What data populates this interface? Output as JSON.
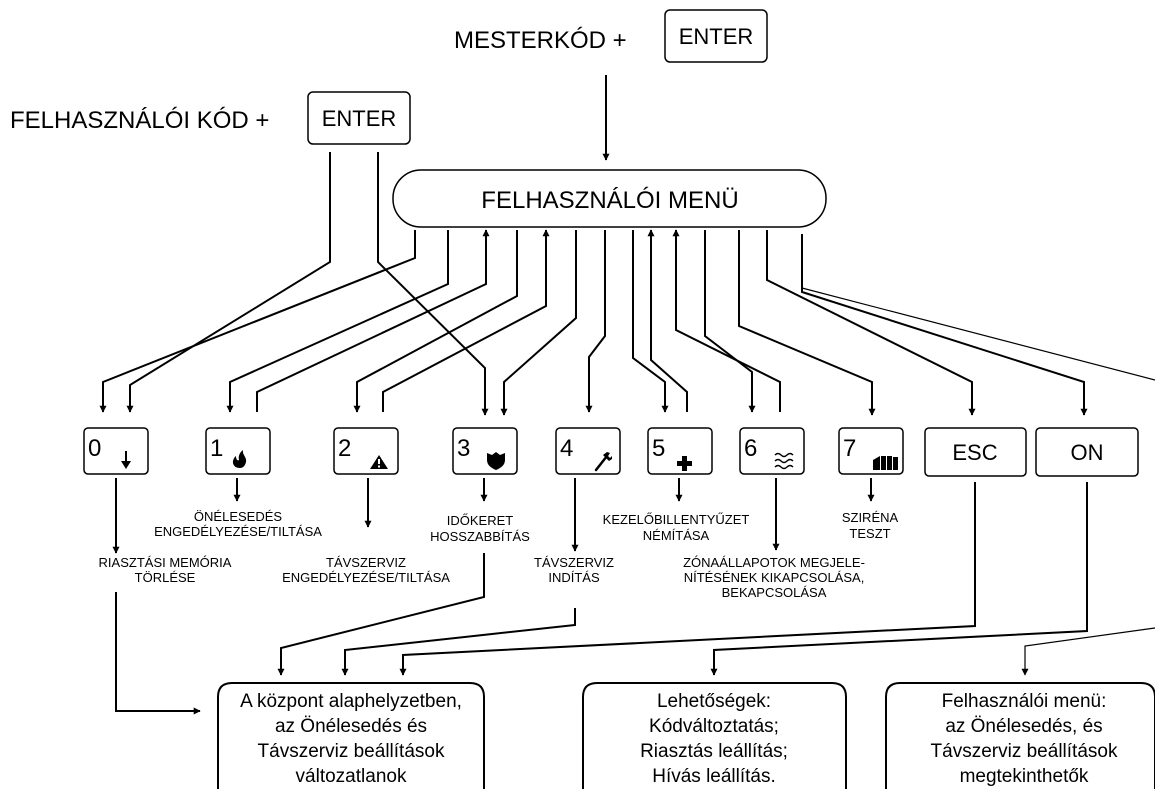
{
  "master_code": {
    "label": "MESTERKÓD +",
    "button": "ENTER"
  },
  "user_code": {
    "label": "FELHASZNÁLÓI KÓD +",
    "button": "ENTER"
  },
  "menu_title": "FELHASZNÁLÓI MENÜ",
  "keys": [
    {
      "digit": "0",
      "icon": "down-arrow-icon"
    },
    {
      "digit": "1",
      "icon": "flame-icon"
    },
    {
      "digit": "2",
      "icon": "warning-triangle-icon"
    },
    {
      "digit": "3",
      "icon": "police-badge-icon"
    },
    {
      "digit": "4",
      "icon": "wrench-icon"
    },
    {
      "digit": "5",
      "icon": "medical-cross-icon"
    },
    {
      "digit": "6",
      "icon": "waves-icon"
    },
    {
      "digit": "7",
      "icon": "siren-icon"
    }
  ],
  "esc_label": "ESC",
  "on_label": "ON",
  "captions": {
    "k0": [
      "RIASZTÁSI MEMÓRIA",
      "TÖRLÉSE"
    ],
    "k1": [
      "ÖNÉLESEDÉS",
      "ENGEDÉLYEZÉSE/TILTÁSA"
    ],
    "k2": [
      "TÁVSZERVIZ",
      "ENGEDÉLYEZÉSE/TILTÁSA"
    ],
    "k3": [
      "IDŐKERET",
      "HOSSZABBÍTÁS"
    ],
    "k4": [
      "TÁVSZERVIZ",
      "INDÍTÁS"
    ],
    "k5": [
      "KEZELŐBILLENTYŰZET",
      "NÉMÍTÁSA"
    ],
    "k6": [
      "ZÓNAÁLLAPOTOK MEGJELE-",
      "NÍTÉSÉNEK KIKAPCSOLÁSA,",
      "BEKAPCSOLÁSA"
    ],
    "k7": [
      "SZIRÉNA",
      "TESZT"
    ]
  },
  "result_boxes": [
    [
      "A központ alaphelyzetben,",
      "az Önélesedés és",
      "Távszerviz beállítások",
      "változatlanok"
    ],
    [
      "Lehetőségek:",
      "Kódváltoztatás;",
      "Riasztás leállítás;",
      "Hívás leállítás."
    ],
    [
      "Felhasználói menü:",
      "az Önélesedés, és",
      "Távszerviz beállítások",
      "megtekinthetők"
    ]
  ]
}
